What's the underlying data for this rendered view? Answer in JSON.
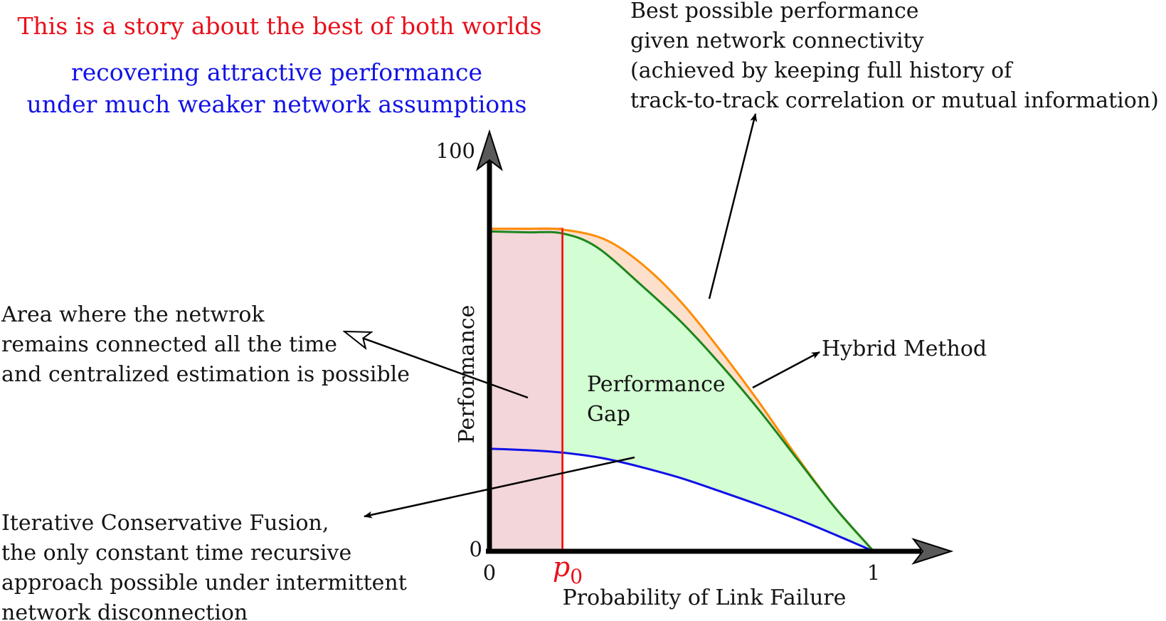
{
  "header": {
    "headline": "This is a story about the best of both worlds",
    "subheadline_lines": [
      "recovering attractive performance",
      "under much weaker network assumptions"
    ]
  },
  "colors": {
    "headline": "#e8101a",
    "subheadline": "#1212e6",
    "best_curve": "#ff8c00",
    "best_fill": "#fde0cc",
    "hybrid_curve": "#1c861c",
    "hybrid_fill": "#d3fdd3",
    "icf_curve": "#1010e8",
    "connected_fill": "#f2d6d9",
    "connected_edge": "#f01010",
    "axis": "#000000",
    "arrowhead": "#5a5a5a"
  },
  "chart_data": {
    "type": "line",
    "title": "",
    "xlabel": "Probability of Link Failure",
    "ylabel": "Performance",
    "xlim": [
      0,
      1
    ],
    "ylim": [
      0,
      100
    ],
    "x_ticks": [
      {
        "x": 0,
        "label": "0"
      },
      {
        "x": 1,
        "label": "1"
      }
    ],
    "y_ticks": [
      {
        "y": 0,
        "label": "0"
      },
      {
        "y": 100,
        "label": "100"
      }
    ],
    "marker": {
      "x": 0.19,
      "label_base": "p",
      "label_sub": "0"
    },
    "series": [
      {
        "key": "best",
        "x": [
          0,
          0.1,
          0.19,
          0.3,
          0.4,
          0.5,
          0.6,
          0.7,
          0.8,
          0.9,
          1.0
        ],
        "y": [
          81.7,
          81.7,
          81.5,
          79,
          72.5,
          63,
          51,
          38,
          24,
          11,
          0
        ]
      },
      {
        "key": "hybrid",
        "x": [
          0,
          0.1,
          0.19,
          0.28,
          0.4,
          0.5,
          0.6,
          0.7,
          0.8,
          0.9,
          1.0
        ],
        "y": [
          81,
          80.8,
          80.5,
          77,
          67,
          58,
          47.5,
          36,
          23.5,
          11,
          0
        ]
      },
      {
        "key": "icf",
        "x": [
          0,
          0.1,
          0.19,
          0.3,
          0.4,
          0.5,
          0.6,
          0.7,
          0.8,
          0.9,
          1.0
        ],
        "y": [
          26,
          25.6,
          25,
          23.5,
          21.2,
          18.5,
          15.2,
          11.8,
          8.2,
          4.2,
          0
        ]
      }
    ],
    "shaded_regions": [
      {
        "key": "connected-area",
        "from_x": 0,
        "to_x": 0.19,
        "label": ""
      },
      {
        "key": "performance-gap",
        "label_lines": [
          "Performance",
          "Gap"
        ]
      }
    ],
    "annotations": [
      {
        "key": "best-curve",
        "lines": [
          "Best possible performance",
          "given network connectivity",
          "(achieved by keeping full history of",
          "track-to-track correlation or mutual information)"
        ]
      },
      {
        "key": "hybrid-curve",
        "lines": [
          "Hybrid Method"
        ]
      },
      {
        "key": "connected-area",
        "lines": [
          "Area where the netwrok",
          "remains connected all the time",
          "and centralized estimation is possible"
        ]
      },
      {
        "key": "icf-curve",
        "lines": [
          "Iterative Conservative Fusion,",
          "the only constant time recursive",
          "approach possible under intermittent",
          "network disconnection"
        ]
      }
    ]
  }
}
